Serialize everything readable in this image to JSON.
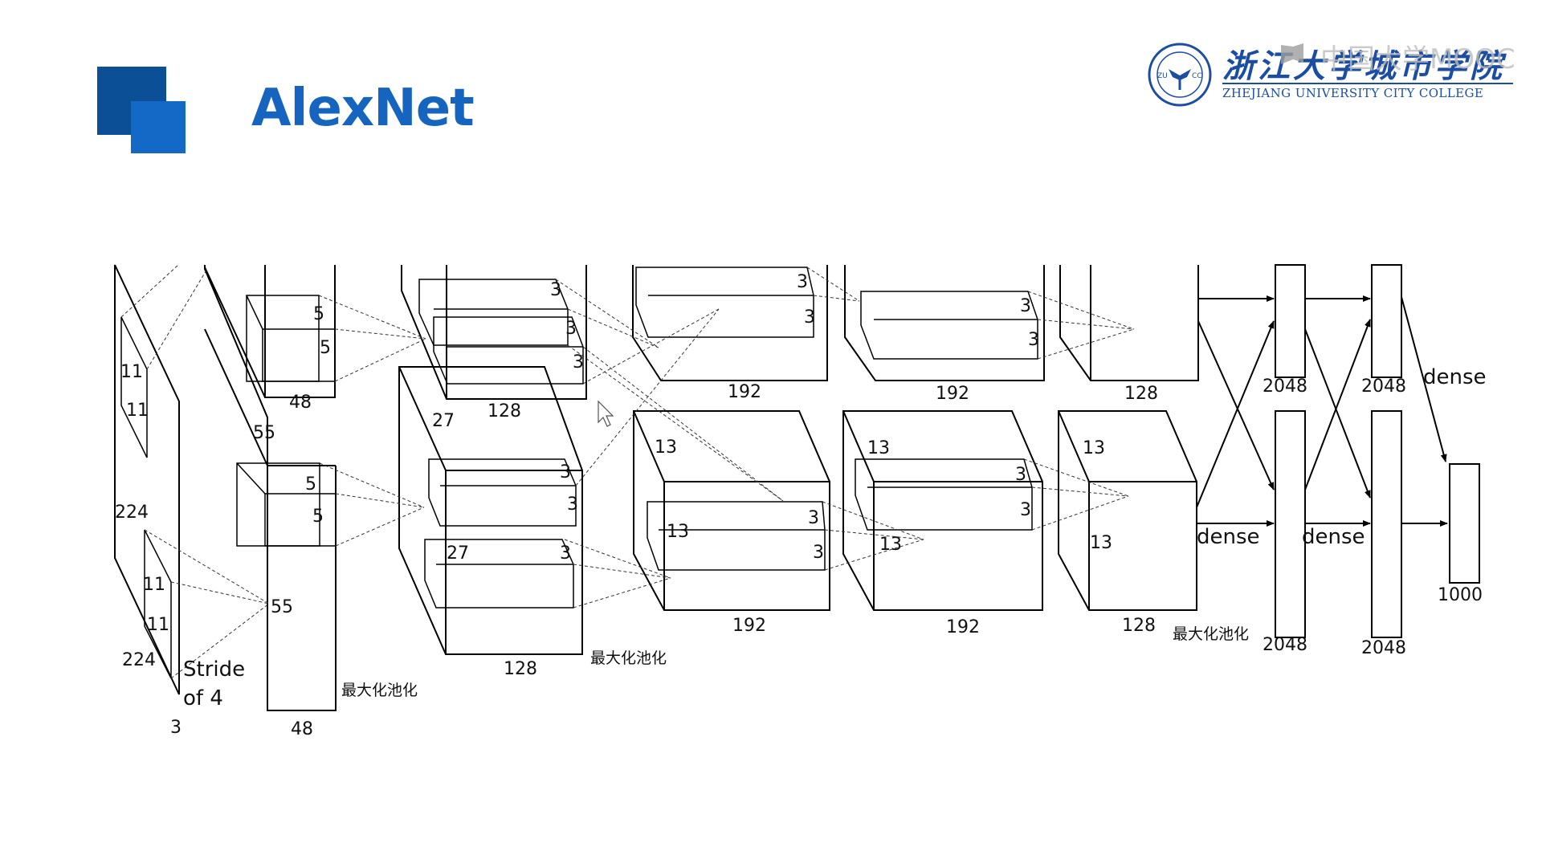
{
  "slide": {
    "title": "AlexNet"
  },
  "logo": {
    "seal_text": [
      "ZU",
      "CC"
    ],
    "chinese_name": "浙江大学城市学院",
    "english_name": "ZHEJIANG UNIVERSITY CITY COLLEGE"
  },
  "watermark": {
    "text": "中国大学MOOC"
  },
  "diagram": {
    "input": {
      "height": "224",
      "width": "224",
      "depth": "3",
      "kernel_h": "11",
      "kernel_w": "11",
      "kernel_h2": "11",
      "kernel_w2": "11",
      "stride": [
        "Stride",
        "of 4"
      ]
    },
    "conv1": {
      "size_a": "55",
      "size_b": "55",
      "depth": "48",
      "depth_bottom": "48",
      "kernel_top": [
        "5",
        "5"
      ],
      "kernel_bottom": [
        "5",
        "5"
      ],
      "pool": "最大化池化"
    },
    "conv2": {
      "size_a": "27",
      "size_b": "27",
      "depth_top": "128",
      "depth_bottom": "128",
      "kernels": [
        "3",
        "3",
        "3",
        "3",
        "3",
        "3"
      ],
      "pool": "最大化池化"
    },
    "conv3": {
      "size_a": "13",
      "size_b": "13",
      "depth_top": "192",
      "depth_bottom": "192",
      "kernels": [
        "3",
        "3",
        "3",
        "3"
      ]
    },
    "conv4": {
      "size_a": "13",
      "size_b": "13",
      "depth_top": "192",
      "depth_bottom": "192",
      "kernels": [
        "3",
        "3",
        "3",
        "3"
      ]
    },
    "conv5": {
      "size_a": "13",
      "size_b": "13",
      "depth_top": "128",
      "depth_bottom": "128",
      "pool": "最大化池化"
    },
    "fc6": {
      "label": "dense",
      "size_top": "2048",
      "size_bottom": "2048"
    },
    "fc7": {
      "label": "dense",
      "size_top": "2048",
      "size_bottom": "2048"
    },
    "fc8": {
      "label": "dense",
      "size": "1000"
    }
  }
}
